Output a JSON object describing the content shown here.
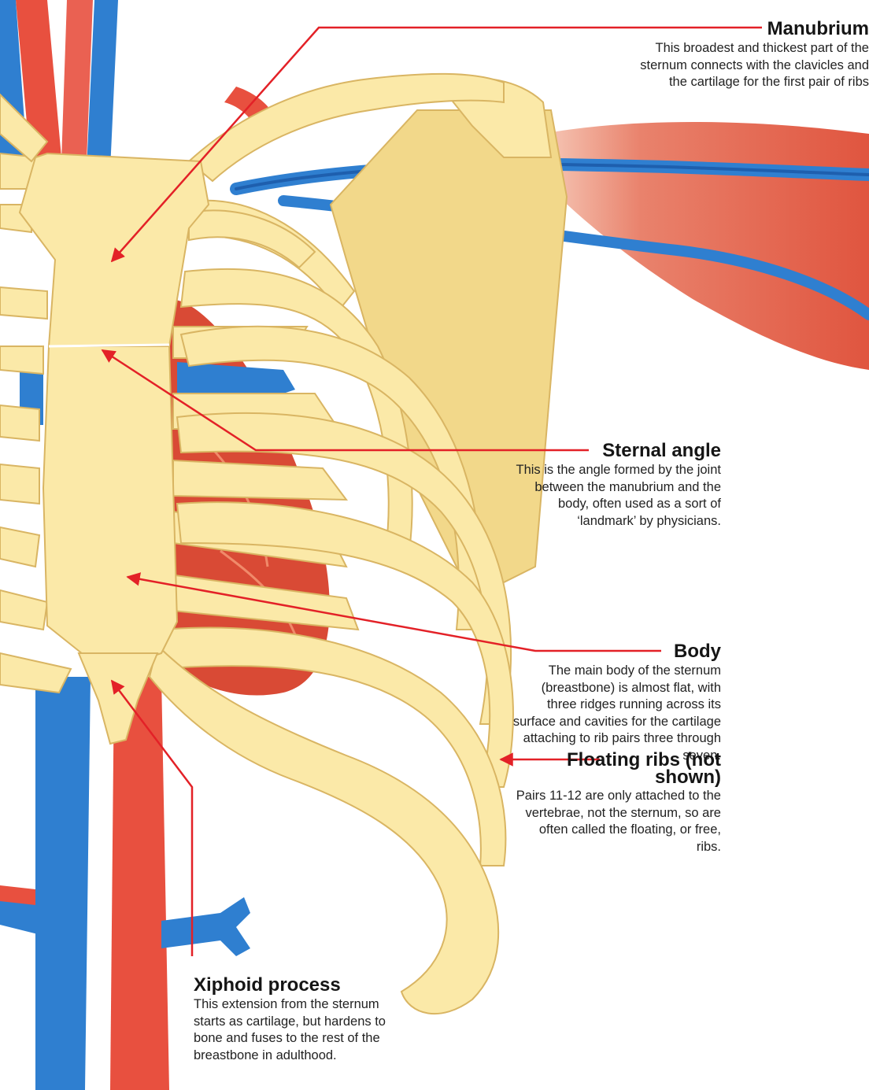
{
  "colors": {
    "bone": "#fbe9a8",
    "bone_shade": "#f2d88a",
    "bone_outline": "#d9b563",
    "vein": "#2f7fd0",
    "artery": "#e8503f",
    "muscle": "#e56a55",
    "leader_line": "#e32127"
  },
  "labels": {
    "manubrium": {
      "title": "Manubrium",
      "text": "This broadest and thickest part of the sternum connects with the clavicles and the cartilage for the first pair of ribs"
    },
    "sternal_angle": {
      "title": "Sternal angle",
      "text": "This is the angle formed by the joint between the manubrium and the body, often used as a sort of ‘landmark’ by physicians."
    },
    "body": {
      "title": "Body",
      "text": "The main body of the sternum (breastbone) is almost flat, with three ridges running across its surface and cavities for the cartilage attaching to rib pairs three through seven."
    },
    "floating_ribs": {
      "title": "Floating ribs (not shown)",
      "text": "Pairs 11-12 are only attached to the vertebrae, not the sternum, so are often called the floating, or free, ribs."
    },
    "xiphoid": {
      "title": "Xiphoid process",
      "text": "This extension from the sternum starts as cartilage, but hardens to bone and fuses to the rest of the breastbone in adulthood."
    }
  }
}
